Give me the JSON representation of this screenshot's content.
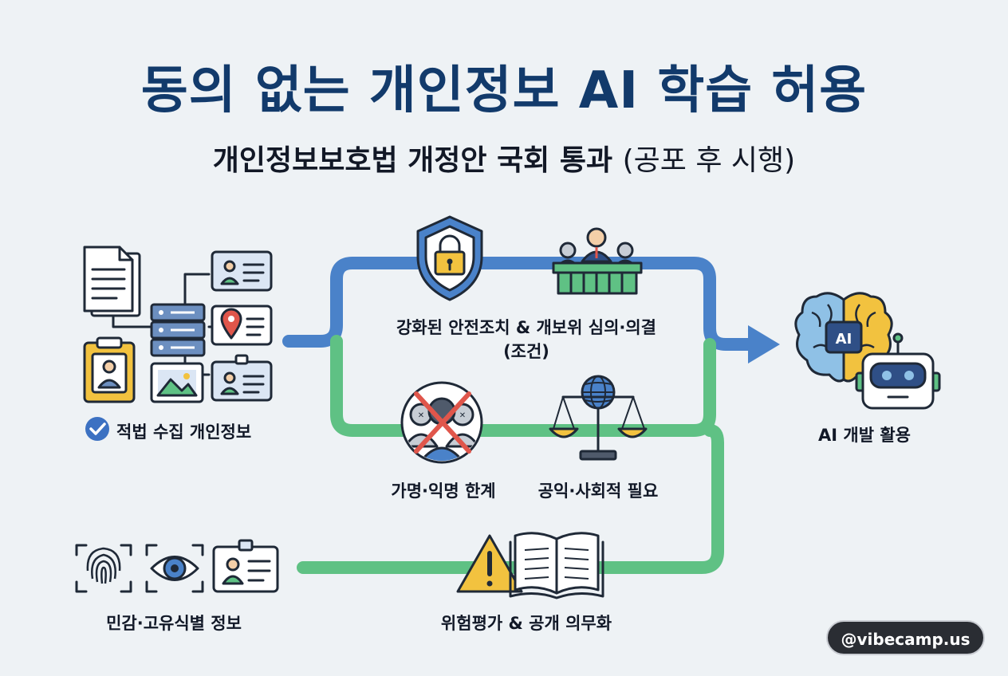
{
  "title": "동의 없는 개인정보 AI 학습 허용",
  "subtitle": {
    "main": "개인정보보호법 개정안 국회 통과",
    "paren": "(공포 후 시행)"
  },
  "labels": {
    "lawful_data": "적법 수집 개인정보",
    "conditions_line1": "강화된 안전조치 & 개보위 심의·의결",
    "conditions_line2": "(조건)",
    "pseudonym_limit": "가명·익명 한계",
    "public_interest": "공익·사회적 필요",
    "ai_dev": "AI 개발 활용",
    "sensitive_data": "민감·고유식별 정보",
    "risk_assessment": "위험평가 & 공개 의무화",
    "ai_chip": "AI"
  },
  "watermark": "@vibecamp.us",
  "colors": {
    "title": "#123a6b",
    "blue_path": "#4a82c9",
    "green_path": "#5fc184",
    "yellow": "#f2c23f",
    "background": "#eef2f5"
  },
  "icons": [
    "document-icon",
    "server-icon",
    "id-card-icon",
    "location-card-icon",
    "photo-icon",
    "clipboard-icon",
    "check-circle-icon",
    "shield-lock-icon",
    "committee-icon",
    "arrow-right-icon",
    "brain-icon",
    "robot-icon",
    "crossed-people-icon",
    "scale-globe-icon",
    "fingerprint-icon",
    "eye-icon",
    "warning-icon",
    "open-book-icon"
  ]
}
